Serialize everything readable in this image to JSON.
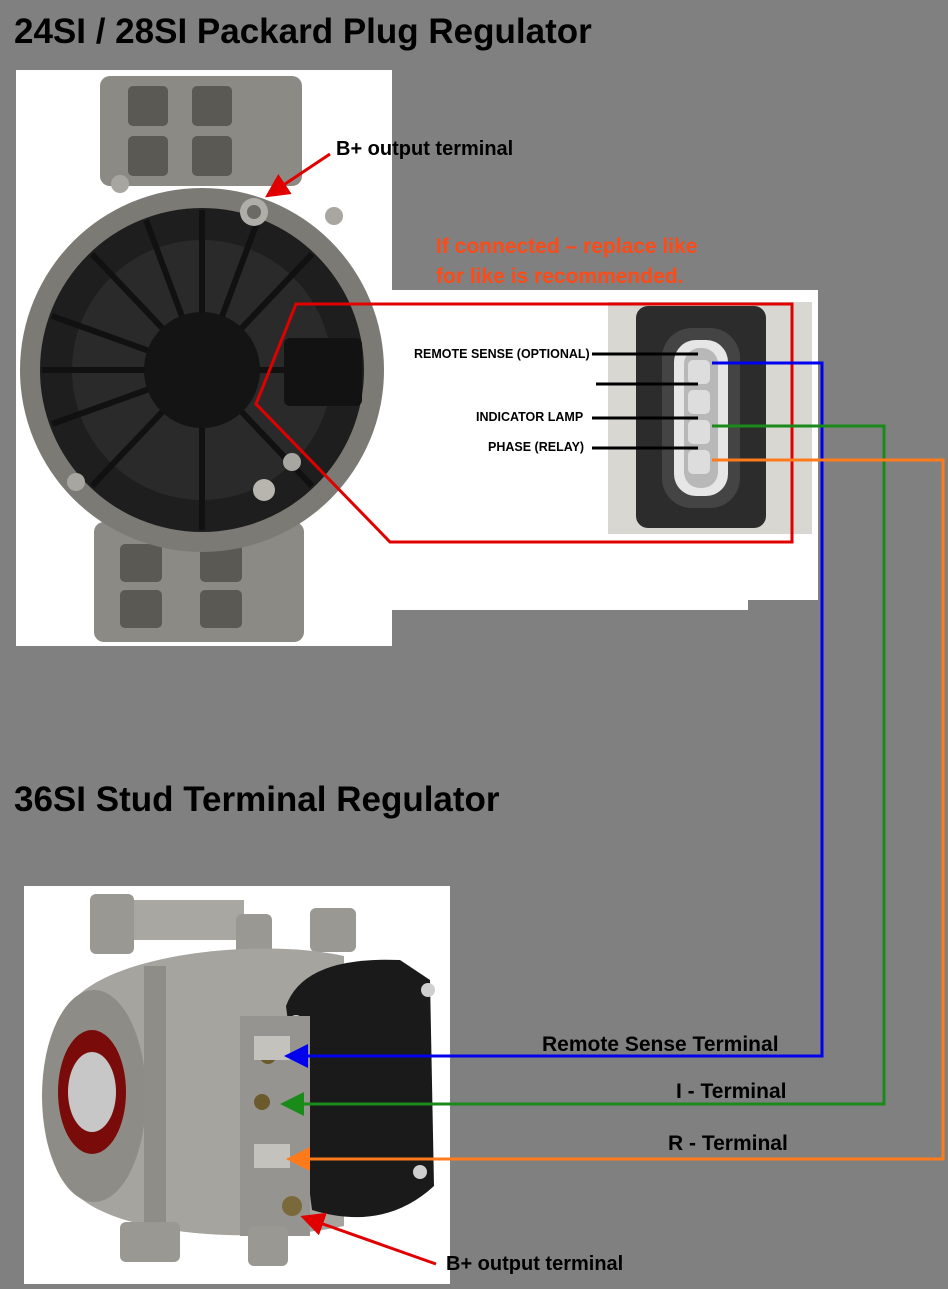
{
  "headings": {
    "top": "24SI / 28SI Packard Plug Regulator",
    "bottom": "36SI Stud Terminal Regulator"
  },
  "warning": {
    "line1": "If connected – replace like",
    "line2": "for like is recommended."
  },
  "connector_pins": [
    {
      "label": "REMOTE SENSE (OPTIONAL)"
    },
    {
      "label": ""
    },
    {
      "label": "INDICATOR LAMP"
    },
    {
      "label": "PHASE (RELAY)"
    }
  ],
  "top_unit": {
    "b_plus_label": "B+ output terminal"
  },
  "bottom_unit": {
    "b_plus_label": "B+ output terminal",
    "terminals": [
      {
        "label": "Remote Sense Terminal",
        "wire_color": "#0000ee"
      },
      {
        "label": "I - Terminal",
        "wire_color": "#1a8a1a"
      },
      {
        "label": "R - Terminal",
        "wire_color": "#ff7a1a"
      }
    ]
  },
  "colors": {
    "background": "#808080",
    "highlight": "#e00000",
    "warning_text": "#ff4a16",
    "sense_wire": "#0000ee",
    "indicator_wire": "#1a8a1a",
    "phase_wire": "#ff7a1a",
    "arrow": "#e00000"
  }
}
